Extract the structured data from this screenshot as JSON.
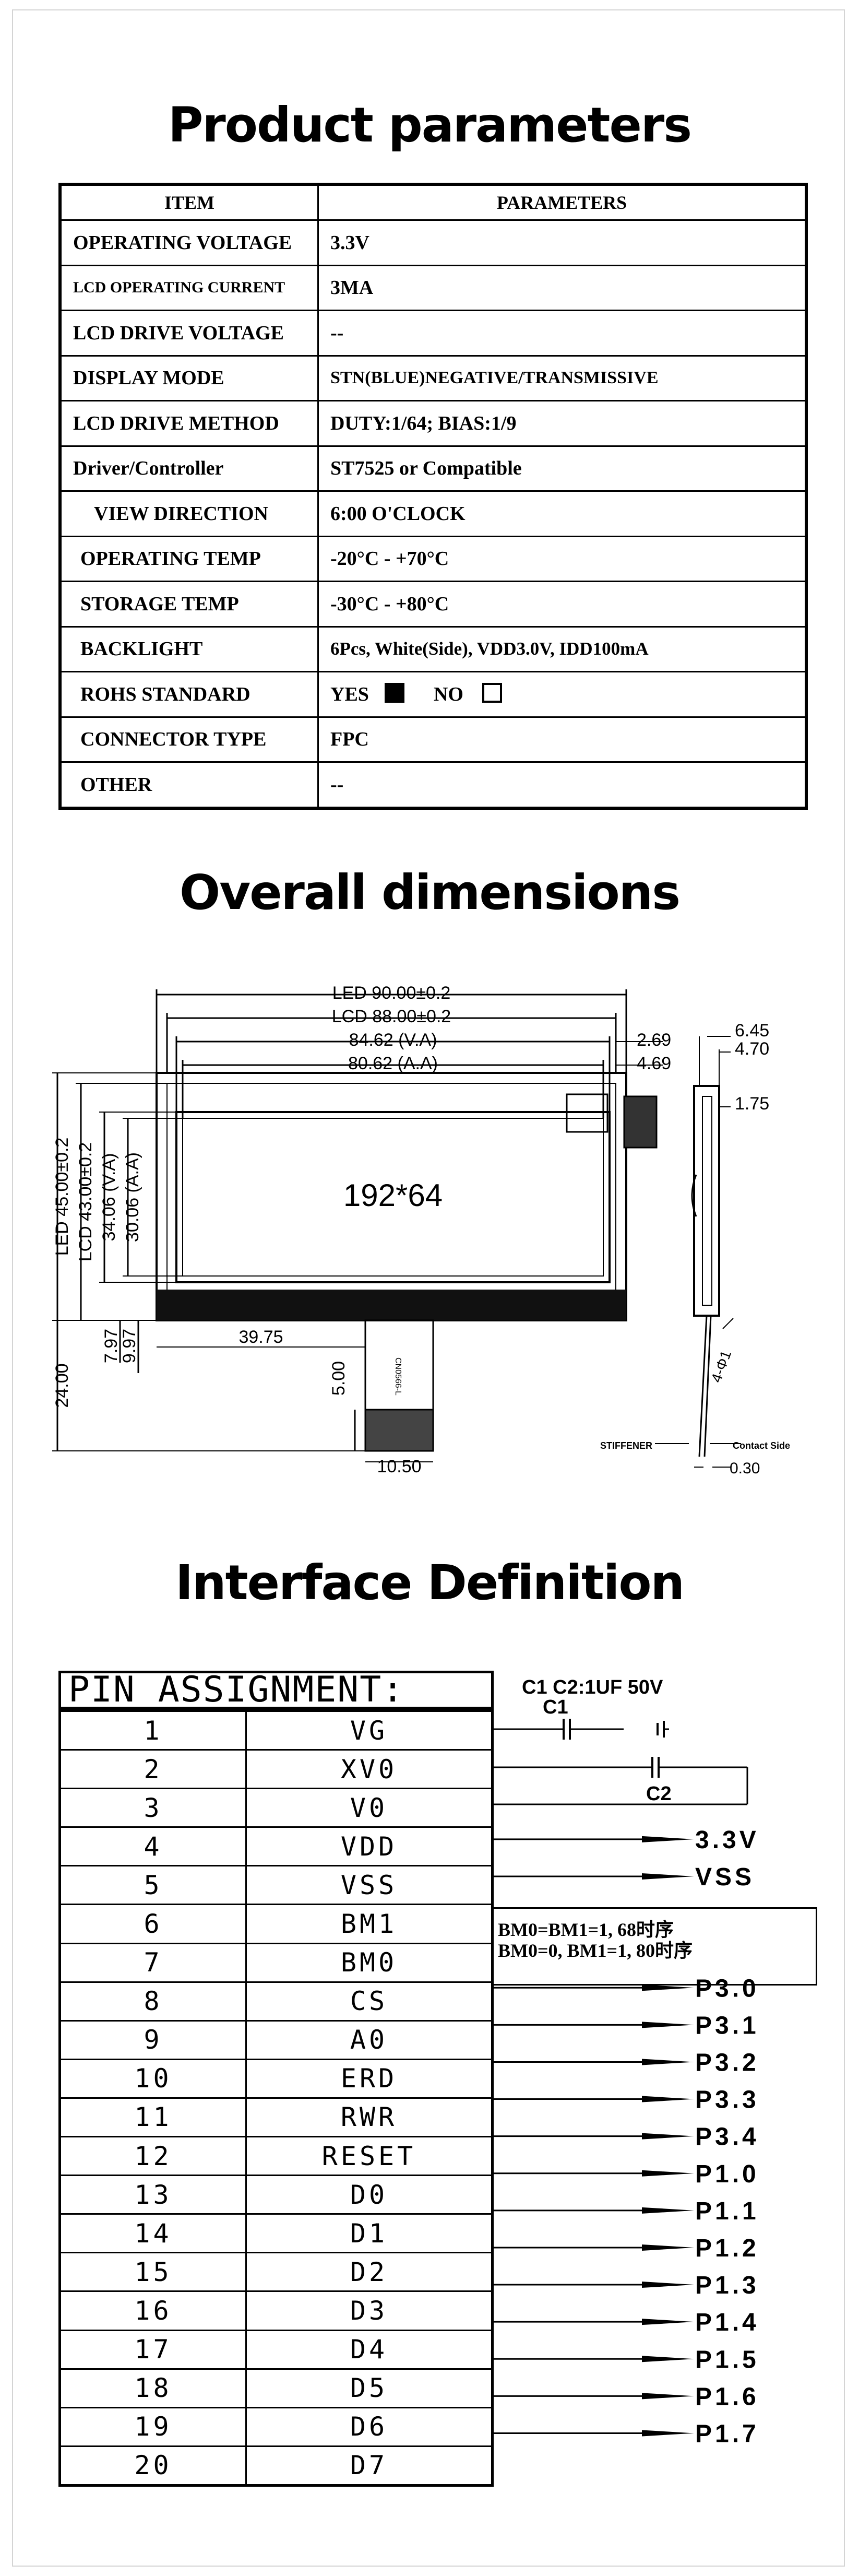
{
  "titles": {
    "product": "Product parameters",
    "dimensions": "Overall dimensions",
    "interface": "Interface Definition"
  },
  "parameters": {
    "headers": [
      "ITEM",
      "PARAMETERS"
    ],
    "rows": [
      {
        "item": "OPERATING VOLTAGE",
        "value": "3.3V"
      },
      {
        "item": "LCD OPERATING CURRENT",
        "value": "3MA"
      },
      {
        "item": "LCD DRIVE VOLTAGE",
        "value": "--"
      },
      {
        "item": "DISPLAY MODE",
        "value": "STN(BLUE)NEGATIVE/TRANSMISSIVE"
      },
      {
        "item": "LCD DRIVE METHOD",
        "value": "DUTY:1/64; BIAS:1/9"
      },
      {
        "item": "Driver/Controller",
        "value": "ST7525 or Compatible"
      },
      {
        "item": "VIEW DIRECTION",
        "value": "6:00 O'CLOCK"
      },
      {
        "item": "OPERATING TEMP",
        "value": "-20°C - +70°C"
      },
      {
        "item": "STORAGE TEMP",
        "value": "-30°C - +80°C"
      },
      {
        "item": "BACKLIGHT",
        "value": "6Pcs, White(Side), VDD3.0V, IDD100mA"
      },
      {
        "item": "ROHS STANDARD",
        "yes": "YES",
        "no": "NO",
        "selected": "YES"
      },
      {
        "item": "CONNECTOR TYPE",
        "value": "FPC"
      },
      {
        "item": "OTHER",
        "value": "--"
      }
    ]
  },
  "drawing": {
    "resolution": "192*64",
    "dims": {
      "led_w": "LED 90.00±0.2",
      "lcd_w": "LCD 88.00±0.2",
      "va_w": "84.62 (V.A)",
      "aa_w": "80.62 (A.A)",
      "r1": "2.69",
      "r2": "4.69",
      "led_h": "LED 45.00±0.2",
      "lcd_h": "LCD 43.00±0.2",
      "va_h": "34.06 (V.A)",
      "aa_h": "30.06 (A.A)",
      "fpc_x": "39.75",
      "h7": "7.97",
      "h9": "9.97",
      "h24": "24.00",
      "fpc_5": "5.00",
      "fpc_w": "10.50",
      "fpc_code": "CN0566-L",
      "t1": "6.45",
      "t2": "4.70",
      "t3": "1.75",
      "hole": "4-Φ1",
      "stiffener": "STIFFENER",
      "contact": "Contact Side",
      "t4": "0.30"
    }
  },
  "pins": {
    "header": "PIN ASSIGNMENT:",
    "rows": [
      {
        "no": "1",
        "name": "VG"
      },
      {
        "no": "2",
        "name": "XV0"
      },
      {
        "no": "3",
        "name": "V0"
      },
      {
        "no": "4",
        "name": "VDD"
      },
      {
        "no": "5",
        "name": "VSS"
      },
      {
        "no": "6",
        "name": "BM1"
      },
      {
        "no": "7",
        "name": "BM0"
      },
      {
        "no": "8",
        "name": "CS"
      },
      {
        "no": "9",
        "name": "A0"
      },
      {
        "no": "10",
        "name": "ERD"
      },
      {
        "no": "11",
        "name": "RWR"
      },
      {
        "no": "12",
        "name": "RESET"
      },
      {
        "no": "13",
        "name": "D0"
      },
      {
        "no": "14",
        "name": "D1"
      },
      {
        "no": "15",
        "name": "D2"
      },
      {
        "no": "16",
        "name": "D3"
      },
      {
        "no": "17",
        "name": "D4"
      },
      {
        "no": "18",
        "name": "D5"
      },
      {
        "no": "19",
        "name": "D6"
      },
      {
        "no": "20",
        "name": "D7"
      }
    ],
    "capacitor_note": "C1 C2:1UF 50V",
    "c1": "C1",
    "c2": "C2",
    "mode_line1": "BM0=BM1=1, 68时序",
    "mode_line2": "BM0=0, BM1=1, 80时序",
    "connections": [
      "3.3V",
      "VSS",
      "P3.0",
      "P3.1",
      "P3.2",
      "P3.3",
      "P3.4",
      "P1.0",
      "P1.1",
      "P1.2",
      "P1.3",
      "P1.4",
      "P1.5",
      "P1.6",
      "P1.7"
    ]
  }
}
